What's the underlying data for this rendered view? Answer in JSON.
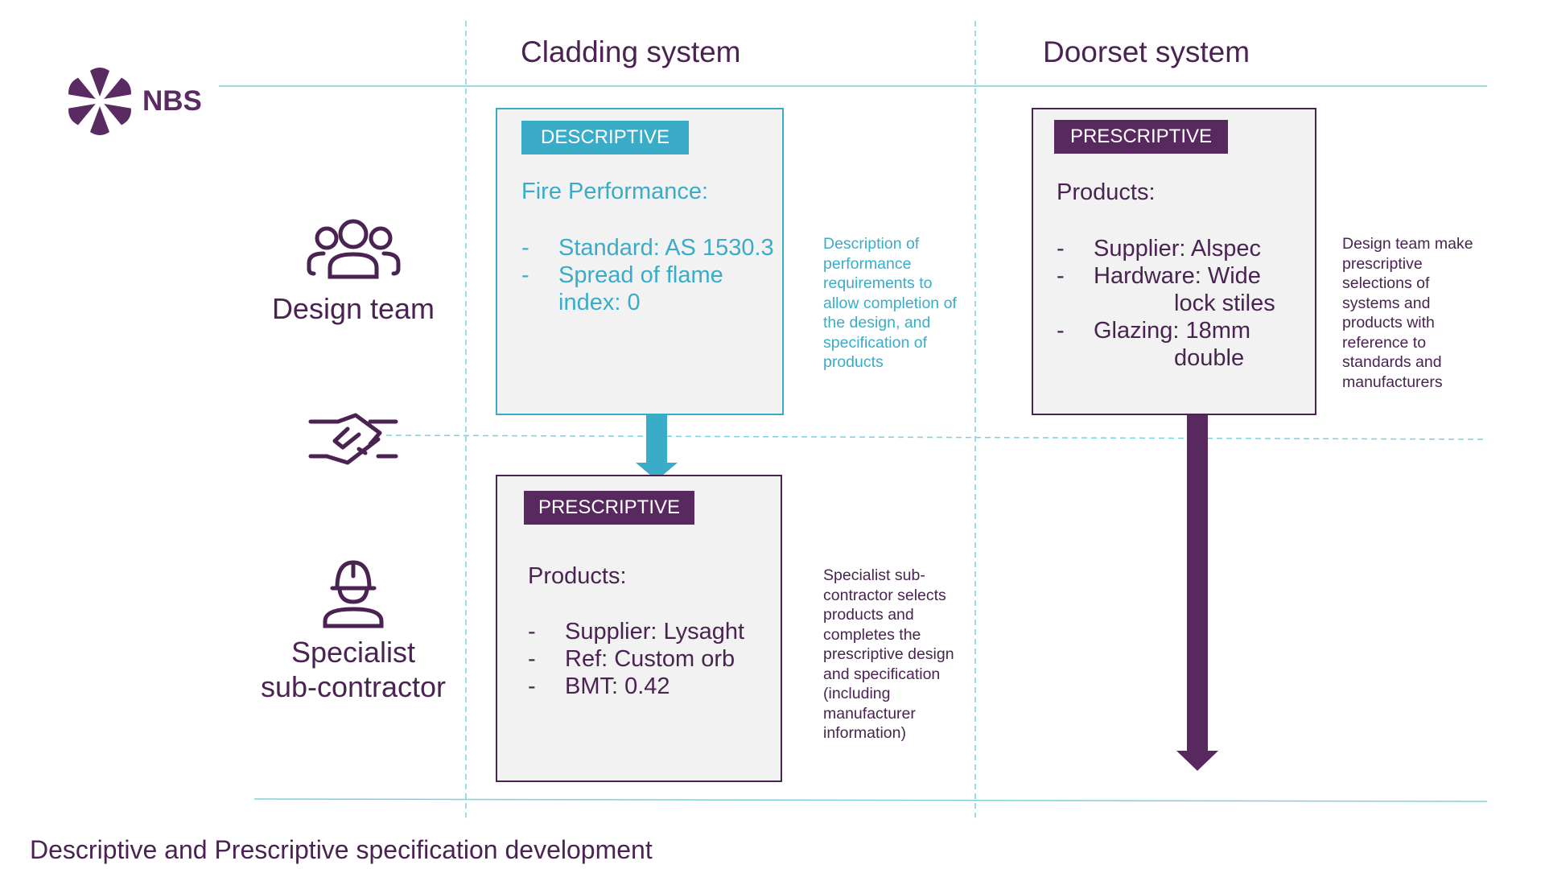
{
  "logo": {
    "text": "NBS",
    "icon": "nbs-star-logo-icon"
  },
  "columns": [
    {
      "title": "Cladding system"
    },
    {
      "title": "Doorset system"
    }
  ],
  "rows": [
    {
      "label": "Design team",
      "icon": "people-group-icon"
    },
    {
      "label_line1": "Specialist",
      "label_line2": "sub-contractor",
      "icon": "hard-hat-worker-icon"
    }
  ],
  "handshake_icon": "handshake-icon",
  "cladding_design": {
    "tag": "DESCRIPTIVE",
    "heading": "Fire Performance:",
    "items": [
      {
        "dash": "-",
        "lines": [
          "Standard: AS 1530.3"
        ]
      },
      {
        "dash": "-",
        "lines": [
          "Spread of flame",
          "index: 0"
        ]
      }
    ],
    "note": "Description of performance requirements to allow completion of the design, and specification of products"
  },
  "cladding_sub": {
    "tag": "PRESCRIPTIVE",
    "heading": "Products:",
    "items": [
      {
        "dash": "-",
        "text": "Supplier: Lysaght"
      },
      {
        "dash": "-",
        "text": "Ref: Custom orb"
      },
      {
        "dash": "-",
        "text": "BMT: 0.42"
      }
    ],
    "note": "Specialist sub-contractor selects products and completes the prescriptive design and specification (including manufacturer information)"
  },
  "doorset_design": {
    "tag": "PRESCRIPTIVE",
    "heading": "Products:",
    "items": [
      {
        "dash": "-",
        "lines": [
          "Supplier: Alspec"
        ]
      },
      {
        "dash": "-",
        "lines": [
          "Hardware: Wide",
          "lock stiles"
        ]
      },
      {
        "dash": "-",
        "lines": [
          "Glazing: 18mm",
          "double"
        ]
      }
    ],
    "note": "Design team make prescriptive selections of systems and products with reference to standards and manufacturers"
  },
  "caption": "Descriptive and Prescriptive specification development",
  "colors": {
    "purple": "#4a2352",
    "tag_purple": "#58295e",
    "teal": "#3aacc8",
    "grid_line": "#7fd0dc",
    "box_fill": "#f2f2f2"
  }
}
